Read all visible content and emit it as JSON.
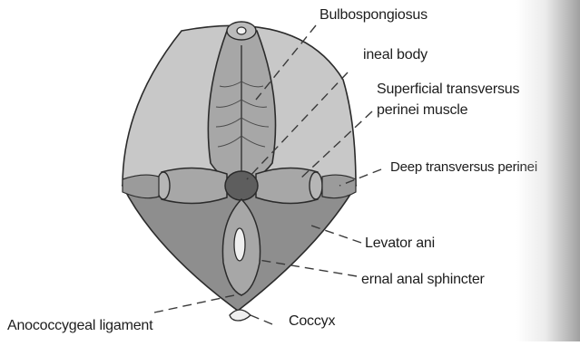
{
  "diagram": {
    "labels": {
      "bulbospongiosus": "Bulbospongiosus",
      "perineal_body": "ineal body",
      "superficial_transversus_line1": "Superficial transversus",
      "superficial_transversus_line2": "perinei muscle",
      "deep_transversus": "Deep transversus perinei",
      "levator_ani": "Levator ani",
      "external_anal_sphincter": "ernal anal sphincter",
      "coccyx": "Coccyx",
      "anococcygeal_ligament": "Anococcygeal ligament"
    },
    "colors": {
      "upper_triangle": "#c8c8c8",
      "lower_triangle": "#8e8e8e",
      "muscle": "#a7a7a7",
      "muscle_dark": "#8b8b8b",
      "perineal_body": "#5e5e5e",
      "outline": "#2b2b2b",
      "leader": "#3a3a3a"
    }
  }
}
